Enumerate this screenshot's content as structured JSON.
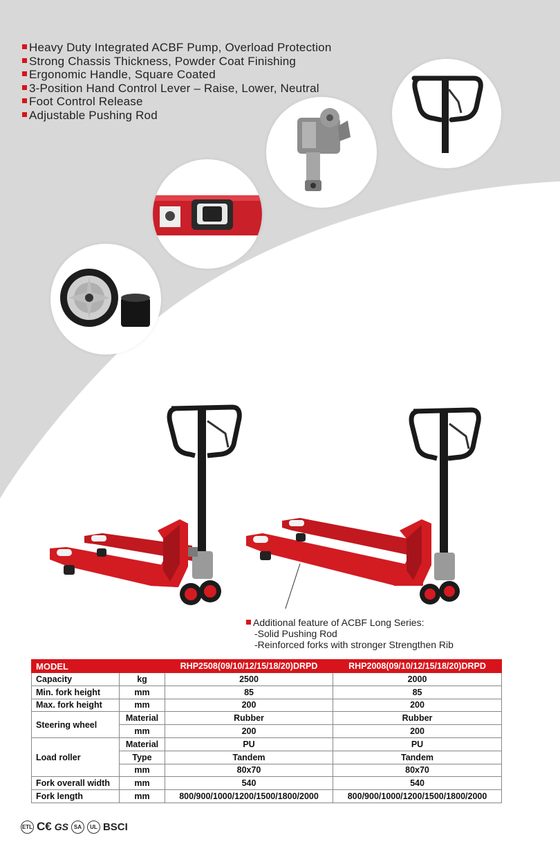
{
  "features": [
    "Heavy Duty Integrated ACBF Pump, Overload Protection",
    "Strong Chassis Thickness, Powder Coat Finishing",
    "Ergonomic Handle, Square Coated",
    "3-Position Hand Control Lever – Raise, Lower, Neutral",
    "Foot Control Release",
    "Adjustable Pushing Rod"
  ],
  "note": {
    "title": "Additional feature of ACBF Long Series:",
    "lines": [
      "-Solid Pushing Rod",
      "-Reinforced forks with stronger Strengthen Rib"
    ]
  },
  "table": {
    "header": {
      "model": "MODEL",
      "col1": "RHP2508(09/10/12/15/18/20)DRPD",
      "col2": "RHP2008(09/10/12/15/18/20)DRPD"
    },
    "rows": {
      "capacity": {
        "label": "Capacity",
        "unit": "kg",
        "v1": "2500",
        "v2": "2000"
      },
      "min_fork": {
        "label": "Min. fork height",
        "unit": "mm",
        "v1": "85",
        "v2": "85"
      },
      "max_fork": {
        "label": "Max. fork height",
        "unit": "mm",
        "v1": "200",
        "v2": "200"
      },
      "steer_material": {
        "label": "Steering wheel",
        "unit": "Material",
        "v1": "Rubber",
        "v2": "Rubber"
      },
      "steer_mm": {
        "unit": "mm",
        "v1": "200",
        "v2": "200"
      },
      "load_material": {
        "label": "Load roller",
        "unit": "Material",
        "v1": "PU",
        "v2": "PU"
      },
      "load_type": {
        "unit": "Type",
        "v1": "Tandem",
        "v2": "Tandem"
      },
      "load_mm": {
        "unit": "mm",
        "v1": "80x70",
        "v2": "80x70"
      },
      "fork_width": {
        "label": "Fork overall width",
        "unit": "mm",
        "v1": "540",
        "v2": "540"
      },
      "fork_length": {
        "label": "Fork length",
        "unit": "mm",
        "v1": "800/900/1000/1200/1500/1800/2000",
        "v2": "800/900/1000/1200/1500/1800/2000"
      }
    }
  },
  "certifications": {
    "etl": "ETL",
    "ce": "C€",
    "gs": "GS",
    "csa": "SA",
    "ul": "UL",
    "bsci": "BSCI"
  },
  "colors": {
    "accent": "#d7141b",
    "background_gray": "#d9d9d9"
  }
}
